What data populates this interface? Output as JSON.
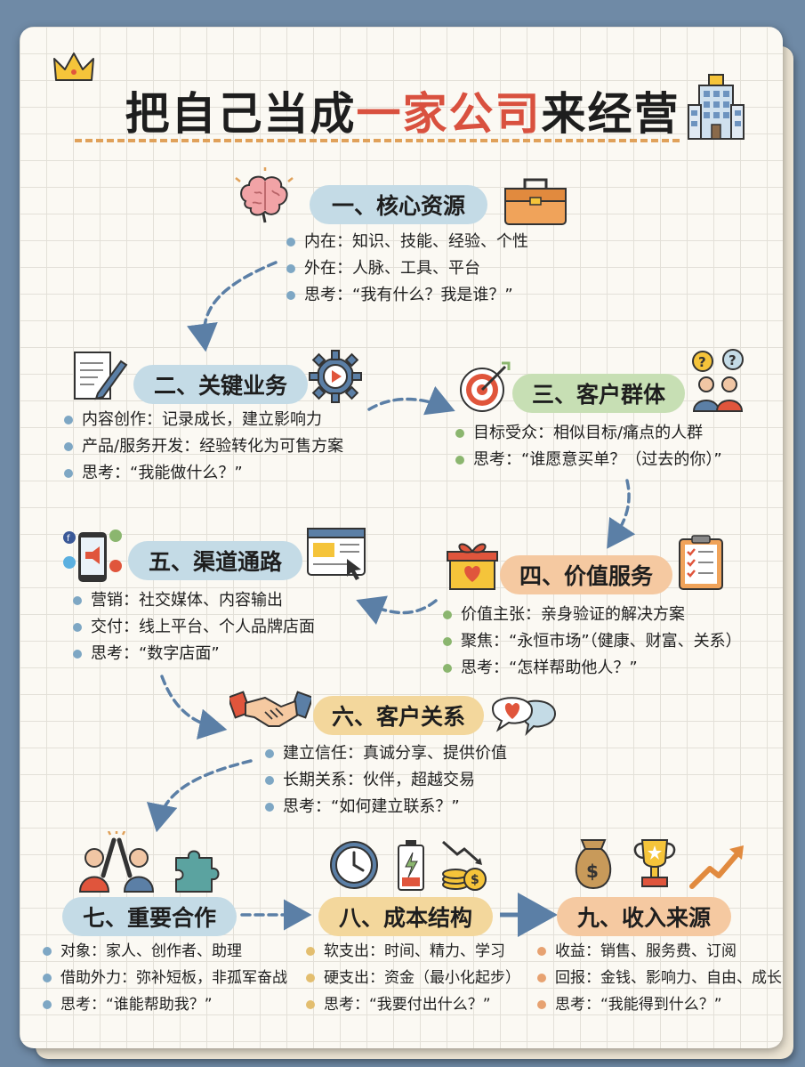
{
  "title": {
    "part1": "把自己当成",
    "part2": "一家公司",
    "part3": "来经营"
  },
  "sections": [
    {
      "heading": "一、核心资源",
      "items": [
        "内在：知识、技能、经验、个性",
        "外在：人脉、工具、平台",
        "思考：“我有什么？我是谁？”"
      ]
    },
    {
      "heading": "二、关键业务",
      "items": [
        "内容创作：记录成长，建立影响力",
        "产品/服务开发：经验转化为可售方案",
        "思考：“我能做什么？”"
      ]
    },
    {
      "heading": "三、客户群体",
      "items": [
        "目标受众：相似目标/痛点的人群",
        "思考：“谁愿意买单？（过去的你）”"
      ]
    },
    {
      "heading": "四、价值服务",
      "items": [
        "价值主张：亲身验证的解决方案",
        "聚焦：“永恒市场”（健康、财富、关系）",
        "思考：“怎样帮助他人？”"
      ]
    },
    {
      "heading": "五、渠道通路",
      "items": [
        "营销：社交媒体、内容输出",
        "交付：线上平台、个人品牌店面",
        "思考：“数字店面”"
      ]
    },
    {
      "heading": "六、客户关系",
      "items": [
        "建立信任：真诚分享、提供价值",
        "长期关系：伙伴，超越交易",
        "思考：“如何建立联系？”"
      ]
    },
    {
      "heading": "七、重要合作",
      "items": [
        "对象：家人、创作者、助理",
        "借助外力：弥补短板，非孤军奋战",
        "思考：“谁能帮助我？”"
      ]
    },
    {
      "heading": "八、成本结构",
      "items": [
        "软支出：时间、精力、学习",
        "硬支出：资金（最小化起步）",
        "思考：“我要付出什么？”"
      ]
    },
    {
      "heading": "九、收入来源",
      "items": [
        "收益：销售、服务费、订阅",
        "回报：金钱、影响力、自由、成长",
        "思考：“我能得到什么？”"
      ]
    }
  ],
  "icons": [
    "crown-icon",
    "building-icon",
    "brain-icon",
    "toolbox-icon",
    "document-pen-icon",
    "gear-play-icon",
    "target-icon",
    "people-question-icon",
    "social-phone-icon",
    "browser-window-icon",
    "gift-heart-icon",
    "clipboard-checklist-icon",
    "handshake-icon",
    "chat-heart-icon",
    "high-five-icon",
    "puzzle-icon",
    "clock-icon",
    "battery-icon",
    "coins-down-icon",
    "money-bag-icon",
    "trophy-icon",
    "growth-arrow-icon"
  ],
  "colors": {
    "title_red": "#d9513f",
    "blue": "#c4dbe6",
    "green": "#c7dfb4",
    "peach": "#f5c9a1",
    "sand": "#f3d79c",
    "arrow": "#5b7fa6"
  }
}
